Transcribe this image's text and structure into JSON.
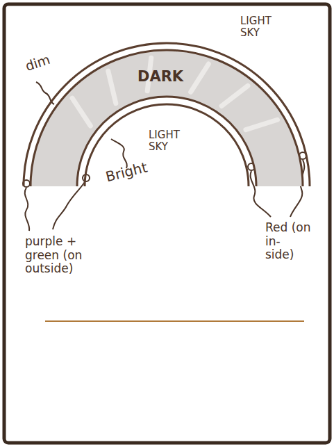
{
  "diagram": {
    "nodes": [
      {
        "text": [
          "DARK"
        ]
      }
    ],
    "labels": [
      "LIGHT SKY",
      "dim",
      "LIGHT SKY",
      "Bright",
      "purple + green (on outside)",
      "Red (on in- side)"
    ]
  }
}
